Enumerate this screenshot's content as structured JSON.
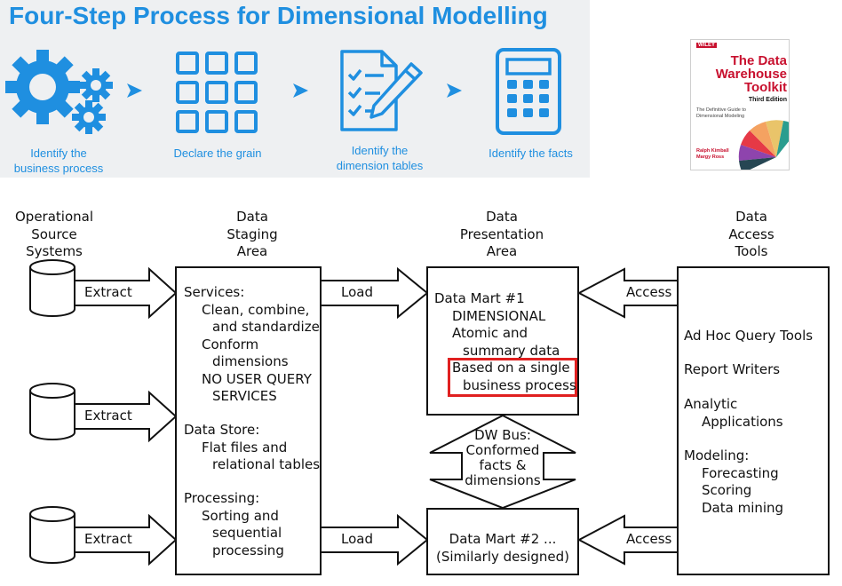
{
  "banner": {
    "title": "Four-Step Process for Dimensional Modelling",
    "steps": [
      {
        "line1": "Identify the",
        "line2": "business process",
        "icon": "gears-icon"
      },
      {
        "line1": "Declare the grain",
        "line2": "",
        "icon": "grid-icon"
      },
      {
        "line1": "Identify the",
        "line2": "dimension tables",
        "icon": "checklist-pen-icon"
      },
      {
        "line1": "Identify the facts",
        "line2": "",
        "icon": "calculator-icon"
      }
    ],
    "color": "#1f8fe0"
  },
  "book": {
    "publisher": "WILEY",
    "title_line1": "The Data",
    "title_line2": "Warehouse",
    "title_line3": "Toolkit",
    "edition": "Third Edition",
    "subtitle": "The Definitive Guide to Dimensional Modeling",
    "author1": "Ralph Kimball",
    "author2": "Margy Ross",
    "accent": "#c8102e"
  },
  "diagram": {
    "headers": {
      "sources": [
        "Operational",
        "Source",
        "Systems"
      ],
      "staging": [
        "Data",
        "Staging",
        "Area"
      ],
      "presentation": [
        "Data",
        "Presentation",
        "Area"
      ],
      "access": [
        "Data",
        "Access",
        "Tools"
      ]
    },
    "extract_label": "Extract",
    "load_label": "Load",
    "access_label": "Access",
    "staging": {
      "services_title": "Services:",
      "services": [
        "Clean, combine,",
        "and standardize",
        "Conform",
        "dimensions",
        "NO USER QUERY",
        "SERVICES"
      ],
      "store_title": "Data Store:",
      "store": [
        "Flat files and",
        "relational tables"
      ],
      "processing_title": "Processing:",
      "processing": [
        "Sorting and",
        "sequential",
        "processing"
      ]
    },
    "mart1": {
      "title": "Data Mart #1",
      "lines": [
        "DIMENSIONAL",
        "Atomic and",
        "summary data"
      ],
      "highlight": [
        "Based on a single",
        "business process"
      ],
      "highlight_color": "#e02020"
    },
    "bus": [
      "DW Bus:",
      "Conformed",
      "facts &",
      "dimensions"
    ],
    "mart2": [
      "Data Mart #2 ...",
      "(Similarly designed)"
    ],
    "tools": {
      "adhoc": "Ad Hoc Query Tools",
      "report": "Report Writers",
      "analytic": [
        "Analytic",
        "Applications"
      ],
      "modeling_title": "Modeling:",
      "modeling": [
        "Forecasting",
        "Scoring",
        "Data mining"
      ]
    }
  }
}
